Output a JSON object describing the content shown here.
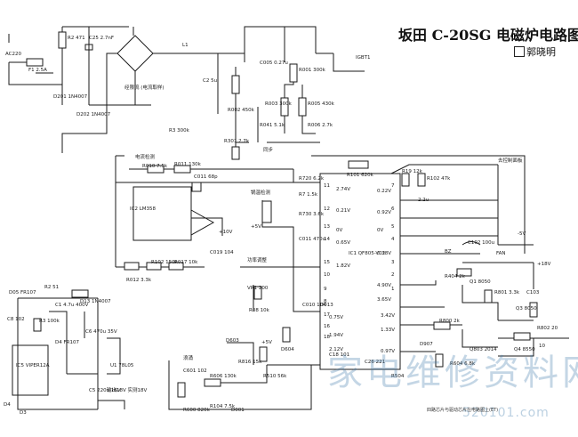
{
  "title": "坂田 C-20SG 电磁炉电路图",
  "author": "郭晓明",
  "watermark": {
    "text": "家电维修资料网",
    "url": "520101.com"
  },
  "footer_note": "四路芯片与驱动芯片在电路图上(ET)",
  "labels": [
    {
      "id": "ac220",
      "text": "AC220"
    },
    {
      "id": "f1",
      "text": "F1 2.5A"
    },
    {
      "id": "r2",
      "text": "R2 471"
    },
    {
      "id": "c25",
      "text": "C25 2.7nF"
    },
    {
      "id": "d201",
      "text": "D201 1N4007"
    },
    {
      "id": "d202",
      "text": "D202 1N4007"
    },
    {
      "id": "rectifier-note",
      "text": "经限流 (电流取样)"
    },
    {
      "id": "l1",
      "text": "L1"
    },
    {
      "id": "c2",
      "text": "C2 5u"
    },
    {
      "id": "c005",
      "text": "C005 0.27u"
    },
    {
      "id": "igbt1",
      "text": "IGBT1"
    },
    {
      "id": "r001",
      "text": "R001 300k"
    },
    {
      "id": "r002",
      "text": "R002 450k"
    },
    {
      "id": "r003",
      "text": "R003 300k"
    },
    {
      "id": "r005",
      "text": "R005 430k"
    },
    {
      "id": "r3",
      "text": "R3 300k"
    },
    {
      "id": "r301",
      "text": "R301 2.7k"
    },
    {
      "id": "r041",
      "text": "R041 5.1k"
    },
    {
      "id": "r006",
      "text": "R006 2.7k"
    },
    {
      "id": "sync",
      "text": "同步"
    },
    {
      "id": "current-detect",
      "text": "电流检测"
    },
    {
      "id": "r010",
      "text": "R010 7.5k"
    },
    {
      "id": "r011",
      "text": "R011 130k"
    },
    {
      "id": "c011",
      "text": "C011 68p"
    },
    {
      "id": "ic2",
      "text": "IC2 LM358"
    },
    {
      "id": "r012",
      "text": "R012 3.3k"
    },
    {
      "id": "r102",
      "text": "R102 150k"
    },
    {
      "id": "r017",
      "text": "R017 10k"
    },
    {
      "id": "c019",
      "text": "C019 104"
    },
    {
      "id": "plus10v-a",
      "text": "+10V"
    },
    {
      "id": "pan-temp",
      "text": "锅温检测"
    },
    {
      "id": "plus5v-a",
      "text": "+5V"
    },
    {
      "id": "r720",
      "text": "R720 6.2k"
    },
    {
      "id": "r7",
      "text": "R7 1.5k"
    },
    {
      "id": "r730",
      "text": "R730 3.6k"
    },
    {
      "id": "c011b",
      "text": "C011 470u"
    },
    {
      "id": "r101",
      "text": "R101 620k"
    },
    {
      "id": "r19",
      "text": "R19 12k"
    },
    {
      "id": "r102b",
      "text": "R102 47k"
    },
    {
      "id": "c-2-2u",
      "text": "2.2u"
    },
    {
      "id": "fan-conn",
      "text": "去控制面板"
    },
    {
      "id": "ic1",
      "text": "IC1 QF805-V02"
    },
    {
      "id": "c102",
      "text": "C102 100u"
    },
    {
      "id": "bz",
      "text": "BZ"
    },
    {
      "id": "fan",
      "text": "FAN"
    },
    {
      "id": "minus5v",
      "text": "-5V"
    },
    {
      "id": "plus18v",
      "text": "+18V"
    },
    {
      "id": "r404",
      "text": "R404 2k"
    },
    {
      "id": "q1",
      "text": "Q1 8050"
    },
    {
      "id": "r801",
      "text": "R801 3.3k"
    },
    {
      "id": "c103",
      "text": "C103"
    },
    {
      "id": "q3",
      "text": "Q3 8050"
    },
    {
      "id": "r802",
      "text": "R802 20"
    },
    {
      "id": "q4",
      "text": "Q4 8550"
    },
    {
      "id": "r10",
      "text": "10"
    },
    {
      "id": "d907",
      "text": "D907"
    },
    {
      "id": "r800",
      "text": "R800 2k"
    },
    {
      "id": "q803",
      "text": "Q803 2014"
    },
    {
      "id": "r604",
      "text": "R604 6.8k"
    },
    {
      "id": "c26",
      "text": "C26 221"
    },
    {
      "id": "r504",
      "text": "R504"
    },
    {
      "id": "power-adjust",
      "text": "功率调整"
    },
    {
      "id": "vr1",
      "text": "VR1 200"
    },
    {
      "id": "r08",
      "text": "R08 10k"
    },
    {
      "id": "c010",
      "text": "C010 104"
    },
    {
      "id": "d013",
      "text": "D013"
    },
    {
      "id": "d603",
      "text": "D603"
    },
    {
      "id": "plus5v-b",
      "text": "+5V"
    },
    {
      "id": "r816",
      "text": "R816 15k"
    },
    {
      "id": "r510",
      "text": "R510 56k"
    },
    {
      "id": "d604",
      "text": "D604"
    },
    {
      "id": "surge",
      "text": "浪涌"
    },
    {
      "id": "c601",
      "text": "C601 102"
    },
    {
      "id": "r600",
      "text": "R600 820k"
    },
    {
      "id": "r606",
      "text": "R606 130k"
    },
    {
      "id": "r104",
      "text": "R104 7.5k"
    },
    {
      "id": "d001",
      "text": "D001"
    },
    {
      "id": "c18",
      "text": "C18 101"
    },
    {
      "id": "d05",
      "text": "D05 FR107"
    },
    {
      "id": "r2b",
      "text": "R2 51"
    },
    {
      "id": "d13",
      "text": "D13 1N4007"
    },
    {
      "id": "c1",
      "text": "C1 4.7u 400V"
    },
    {
      "id": "r3b",
      "text": "R3 100k"
    },
    {
      "id": "c8",
      "text": "C8 102"
    },
    {
      "id": "d4",
      "text": "D4 FR107"
    },
    {
      "id": "c6",
      "text": "C6 470u 35V"
    },
    {
      "id": "u1",
      "text": "U1 78L05"
    },
    {
      "id": "ic5",
      "text": "IC5 VIPER12A"
    },
    {
      "id": "d3",
      "text": "D3"
    },
    {
      "id": "d4b",
      "text": "D4"
    },
    {
      "id": "c5",
      "text": "C5 220u 16V"
    },
    {
      "id": "out18v",
      "text": "输出18V 实测18V"
    }
  ],
  "ic1_pins": [
    "11",
    "12",
    "13",
    "14",
    "15",
    "10",
    "9",
    "8",
    "17",
    "16",
    "18",
    "7",
    "6",
    "5",
    "4",
    "3",
    "2",
    "1"
  ],
  "ic1_volts": [
    "2.74V",
    "0.21V",
    "0V",
    "0.65V",
    "1.82V",
    "0.22V",
    "0.92V",
    "0V",
    "0.38V",
    "4.90V",
    "3.65V",
    "3.42V",
    "1.33V",
    "0.97V",
    "0.75V",
    "1.94V",
    "2.12V"
  ],
  "colors": {
    "ink": "#1a1a1a",
    "watermark": "#3c78aa"
  }
}
